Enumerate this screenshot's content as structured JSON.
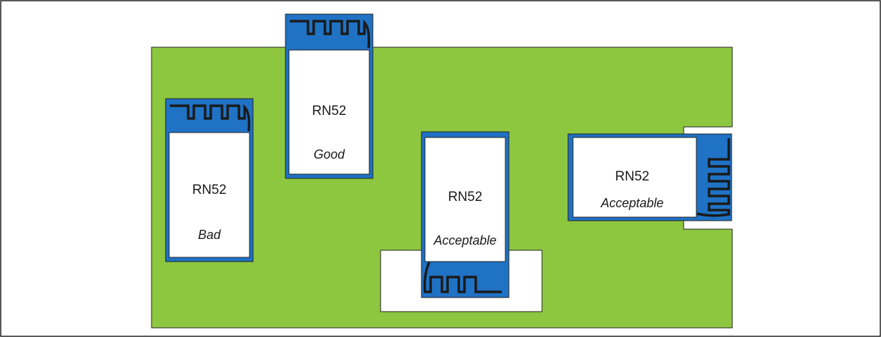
{
  "colors": {
    "pcb_green": "#8dc63f",
    "module_blue": "#1f72c4",
    "antenna_trace": "#1a1a1a",
    "outline": "#222222",
    "background": "#ffffff"
  },
  "modules": [
    {
      "id": "bad",
      "name": "RN52",
      "rating": "Bad"
    },
    {
      "id": "good",
      "name": "RN52",
      "rating": "Good"
    },
    {
      "id": "bottom",
      "name": "RN52",
      "rating": "Acceptable"
    },
    {
      "id": "right",
      "name": "RN52",
      "rating": "Acceptable"
    }
  ]
}
